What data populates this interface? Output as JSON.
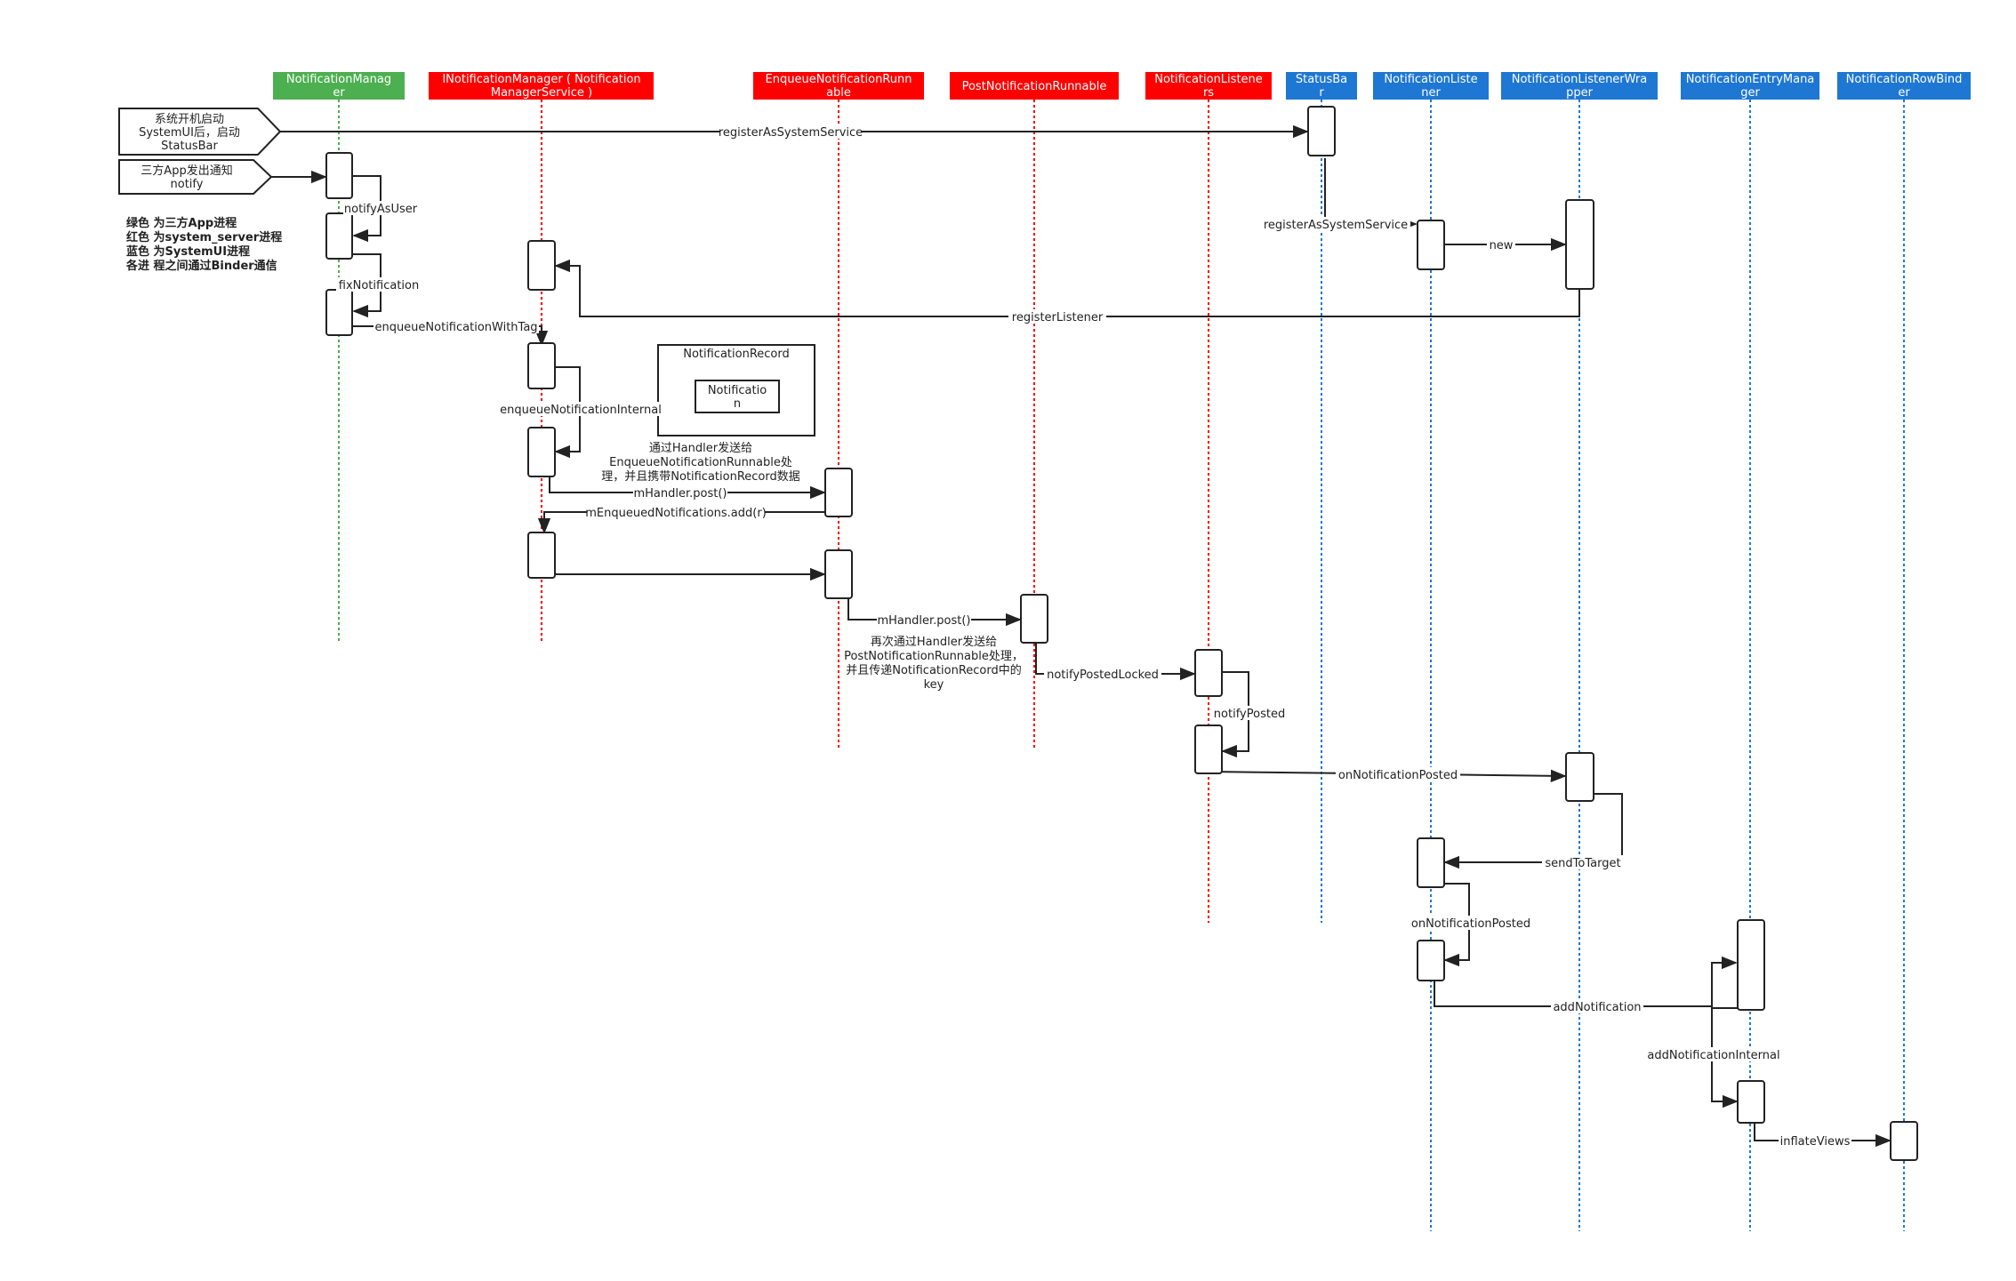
{
  "participants": [
    {
      "id": "nm",
      "lines": [
        "NotificationManag",
        "er"
      ],
      "color": "#4caf50",
      "line_color": "#4caf50"
    },
    {
      "id": "inm",
      "lines": [
        "INotificationManager ( Notification",
        "ManagerService )"
      ],
      "color": "#ff0000",
      "line_color": "#ff0000"
    },
    {
      "id": "enr",
      "lines": [
        "EnqueueNotificationRunn",
        "able"
      ],
      "color": "#ff0000",
      "line_color": "#ff0000"
    },
    {
      "id": "pnr",
      "lines": [
        "PostNotificationRunnable"
      ],
      "color": "#ff0000",
      "line_color": "#ff0000"
    },
    {
      "id": "nls",
      "lines": [
        "NotificationListene",
        "rs"
      ],
      "color": "#ff0000",
      "line_color": "#ff0000"
    },
    {
      "id": "sb",
      "lines": [
        "StatusBa",
        "r"
      ],
      "color": "#1e77d3",
      "line_color": "#1e77d3"
    },
    {
      "id": "nl",
      "lines": [
        "NotificationListe",
        "ner"
      ],
      "color": "#1e77d3",
      "line_color": "#1e77d3"
    },
    {
      "id": "nlw",
      "lines": [
        "NotificationListenerWra",
        "pper"
      ],
      "color": "#1e77d3",
      "line_color": "#1e77d3"
    },
    {
      "id": "nem",
      "lines": [
        "NotificationEntryMana",
        "ger"
      ],
      "color": "#1e77d3",
      "line_color": "#1e77d3"
    },
    {
      "id": "nrb",
      "lines": [
        "NotificationRowBind",
        "er"
      ],
      "color": "#1e77d3",
      "line_color": "#1e77d3"
    }
  ],
  "triggers": [
    {
      "lines": [
        "系统开机启动",
        "SystemUI后，启动",
        "StatusBar"
      ]
    },
    {
      "lines": [
        "三方App发出通知",
        "notify"
      ]
    }
  ],
  "legend": [
    "绿色 为三方App进程",
    "红色 为system_server进程",
    "蓝色 为SystemUI进程",
    "各进 程之间通过Binder通信"
  ],
  "messages": {
    "registerAsSystemService": "registerAsSystemService",
    "notifyAsUser": "notifyAsUser",
    "fixNotification": "fixNotification",
    "enqueueNotificationWithTag": "enqueueNotificationWithTag",
    "registerAsSystemService2": "registerAsSystemService",
    "new": "new",
    "registerListener": "registerListener",
    "enqueueNotificationInternal": "enqueueNotificationInternal",
    "mHandlerPost1": "mHandler.post()",
    "mEnqueuedNotificationsAdd": "mEnqueuedNotifications.add(r)",
    "mHandlerPost2": "mHandler.post()",
    "notifyPostedLocked": "notifyPostedLocked",
    "notifyPosted": "notifyPosted",
    "onNotificationPosted": "onNotificationPosted",
    "sendToTarget": "sendToTarget",
    "onNotificationPosted2": "onNotificationPosted",
    "addNotification": "addNotification",
    "addNotificationInternal": "addNotificationInternal",
    "inflateViews": "inflateViews"
  },
  "notes": {
    "handler_note_1": [
      "通过Handler发送给",
      "EnqueueNotificationRunnable处",
      "理，并且携带NotificationRecord数据"
    ],
    "handler_note_2": [
      "再次通过Handler发送给",
      "PostNotificationRunnable处理，",
      "并且传递NotificationRecord中的",
      "key"
    ]
  },
  "record_box": {
    "title": "NotificationRecord",
    "inner": [
      "Notificatio",
      "n"
    ]
  }
}
